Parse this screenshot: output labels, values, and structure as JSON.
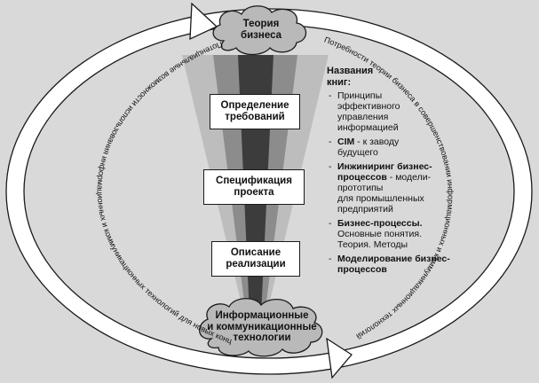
{
  "top_cloud": {
    "line1": "Теория",
    "line2": "бизнеса"
  },
  "bottom_cloud": {
    "line1": "Информационные",
    "line2": "и коммуникационные",
    "line3": "технологии"
  },
  "boxes": [
    {
      "line1": "Определение",
      "line2": "требований"
    },
    {
      "line1": "Спецификация",
      "line2": "проекта"
    },
    {
      "line1": "Описание",
      "line2": "реализации"
    }
  ],
  "cycle_labels": {
    "left": "Потенциальные возможности использования информационных и коммуникационных технологий для новых концепций бизнеса",
    "right": "Потребности теории бизнеса в совершенствовании информационных и коммуникационных технологий"
  },
  "books": {
    "title_line1": "Названия",
    "title_line2": "книг:",
    "items": [
      {
        "bold": "",
        "rest_lines": [
          "Принципы",
          "эффективного",
          "управления",
          "информацией"
        ]
      },
      {
        "bold": "CIM",
        "rest_lines": [
          " - к заводу",
          "будущего"
        ]
      },
      {
        "bold": "Инжиниринг бизнес-процессов",
        "rest_lines": [
          " - модели-прототипы",
          "для промышленных",
          "предприятий"
        ]
      },
      {
        "bold": "Бизнес-процессы.",
        "rest_lines": [
          "Основные понятия.",
          "Теория. Методы"
        ]
      },
      {
        "bold": "Моделирование бизнес-процессов",
        "rest_lines": []
      }
    ]
  },
  "colors": {
    "background": "#d9d9d9",
    "ring": "#ffffff",
    "funnel_outer": "#bdbdbd",
    "funnel_mid": "#8c8c8c",
    "funnel_inner": "#3c3c3c",
    "cloud": "#b9b9b9",
    "stroke": "#1a1a1a"
  }
}
